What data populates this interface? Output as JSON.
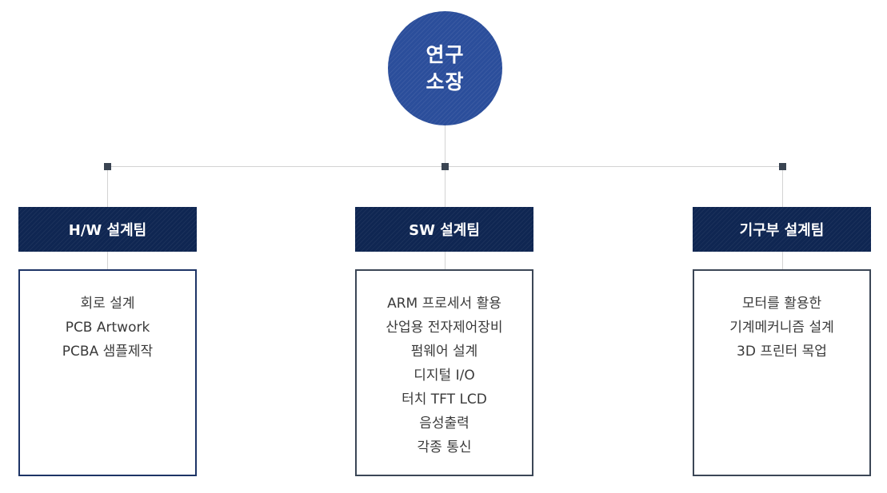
{
  "root": {
    "line1": "연구",
    "line2": "소장"
  },
  "teams": [
    {
      "title": "H/W 설계팀",
      "items": [
        "회로 설계",
        "PCB Artwork",
        "PCBA 샘플제작"
      ]
    },
    {
      "title": "SW 설계팀",
      "items": [
        "ARM 프로세서 활용",
        "산업용 전자제어장비",
        "펌웨어 설계",
        "디지털 I/O",
        "터치 TFT LCD",
        "음성출력",
        "각종 통신"
      ]
    },
    {
      "title": "기구부 설계팀",
      "items": [
        "모터를 활용한",
        "기계메커니즘 설계",
        "3D 프린터 목업"
      ]
    }
  ],
  "colors": {
    "root_fill": "#2b4e9b",
    "team_fill": "#0f2652",
    "connector": "#d3d3d3",
    "node": "#3a4452"
  }
}
